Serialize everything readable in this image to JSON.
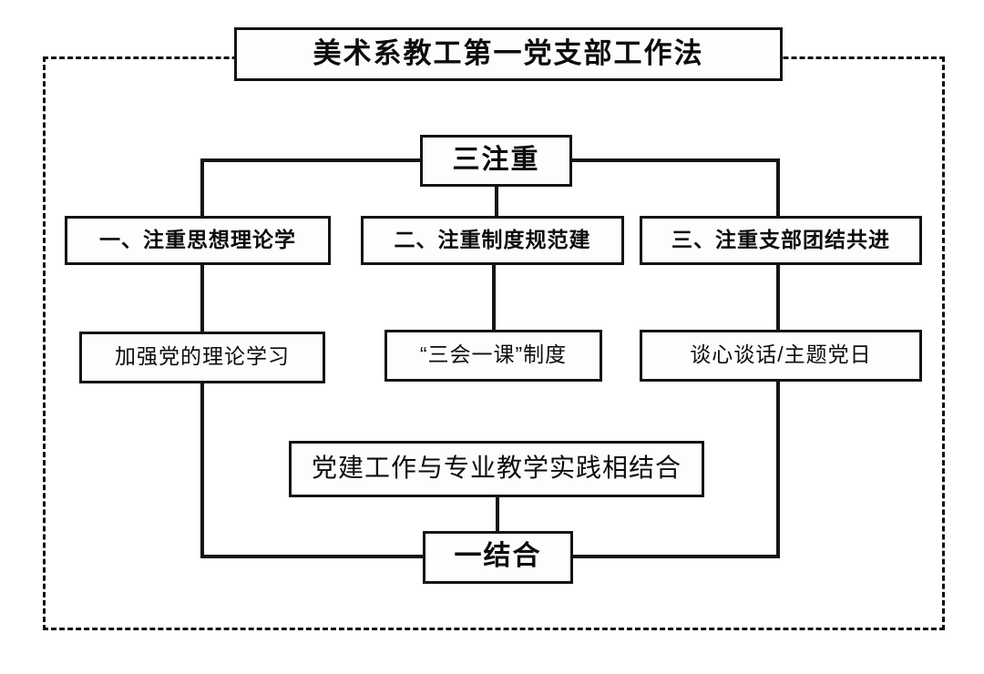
{
  "diagram": {
    "type": "flowchart",
    "title": "美术系教工第一党支部工作法",
    "frame_style": "dashed",
    "colors": {
      "line": "#141414",
      "text": "#0c0c0c",
      "background": "#ffffff",
      "box_fill": "#fdfdfd"
    },
    "levels": {
      "group_a_label": "三注重",
      "group_b_label": "一结合"
    },
    "branches": [
      {
        "id": "branch-1",
        "label": "一、注重思想理论学",
        "child": "加强党的理论学习"
      },
      {
        "id": "branch-2",
        "label": "二、注重制度规范建",
        "child": "“三会一课”制度"
      },
      {
        "id": "branch-3",
        "label": "三、注重支部团结共进",
        "child": "谈心谈话/主题党日"
      }
    ],
    "combine_node": "党建工作与专业教学实践相结合"
  }
}
